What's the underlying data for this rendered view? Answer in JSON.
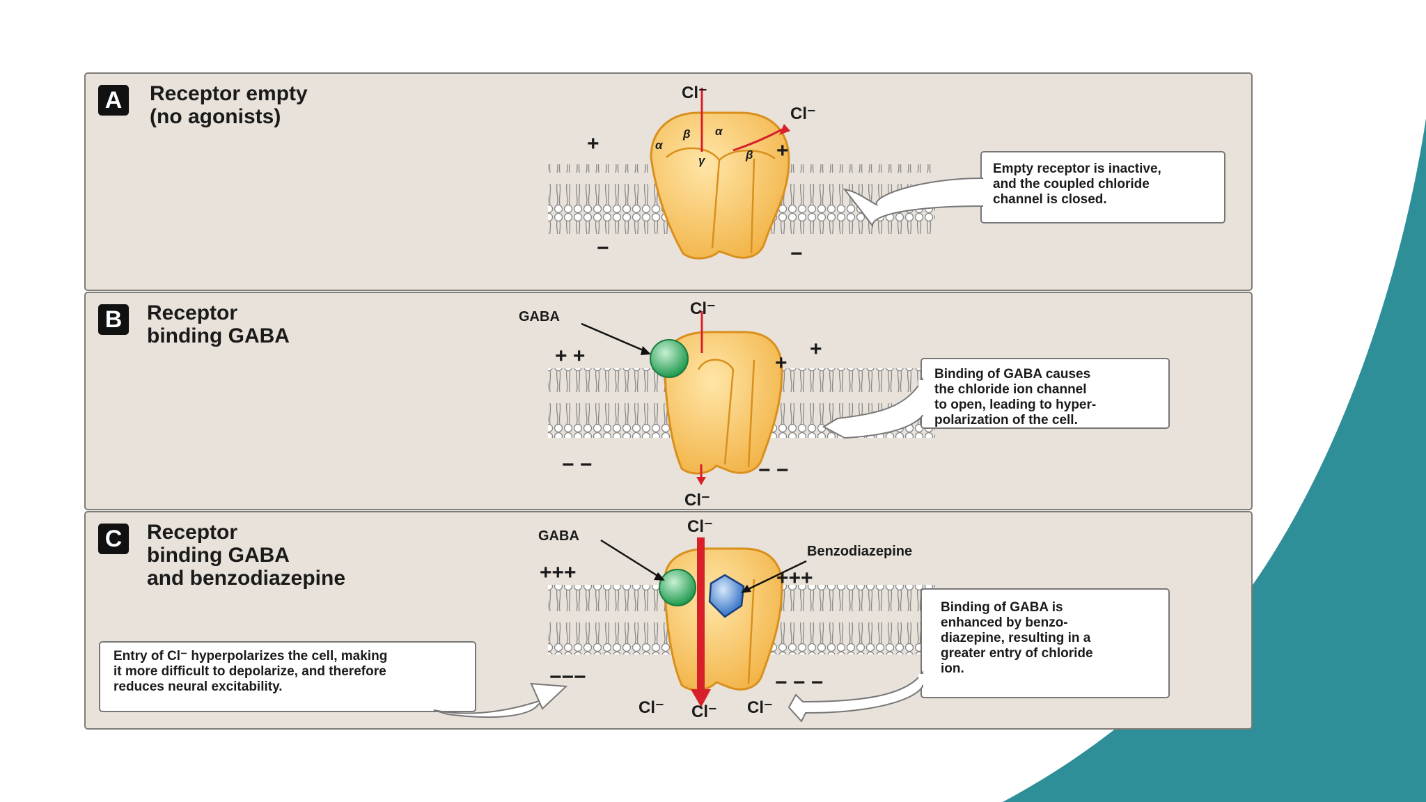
{
  "colors": {
    "panel_bg": "#e8e2da",
    "receptor": "#f8c66a",
    "receptor_edge": "#d98f1c",
    "gaba": "#28a85a",
    "benzodiazepine": "#3f7fd0",
    "chloride_arrow": "#d8202a",
    "teal_accent": "#2f8f98"
  },
  "panels": [
    {
      "letter": "A",
      "title": "Receptor empty\n(no agonists)",
      "ions": {
        "top": "Cl⁻",
        "side": "Cl⁻"
      },
      "subunits": [
        "α",
        "β",
        "α",
        "γ",
        "β"
      ],
      "charges": {
        "upper_left": "+",
        "upper_right": "+",
        "lower_left": "−",
        "lower_right": "−"
      },
      "callout": "Empty receptor is inactive,\nand the coupled chloride\nchannel is closed."
    },
    {
      "letter": "B",
      "title": "Receptor\nbinding GABA",
      "gaba_label": "GABA",
      "ions": {
        "top": "Cl⁻",
        "bottom": "Cl⁻"
      },
      "charges": {
        "upper_left": "+ +",
        "upper_right_1": "+",
        "upper_right_2": "+",
        "lower_left": "− −",
        "lower_right": "− −"
      },
      "callout": "Binding of GABA causes\nthe chloride ion channel\nto open, leading to hyper-\npolarization of the cell."
    },
    {
      "letter": "C",
      "title": "Receptor\nbinding GABA\nand benzodiazepine",
      "gaba_label": "GABA",
      "benzo_label": "Benzodiazepine",
      "ions": {
        "top": "Cl⁻",
        "bottom_left": "Cl⁻",
        "bottom_center": "Cl⁻",
        "bottom_right": "Cl⁻"
      },
      "charges": {
        "upper_left": "+++",
        "upper_right": "+++",
        "lower_left": "−−−",
        "lower_right": "− − −"
      },
      "callout_left": "Entry of Cl⁻ hyperpolarizes the cell, making\nit more difficult to depolarize, and therefore\nreduces neural excitability.",
      "callout_right": "Binding of GABA is\nenhanced by benzo-\ndiazepine, resulting in a\ngreater entry of chloride\nion."
    }
  ]
}
